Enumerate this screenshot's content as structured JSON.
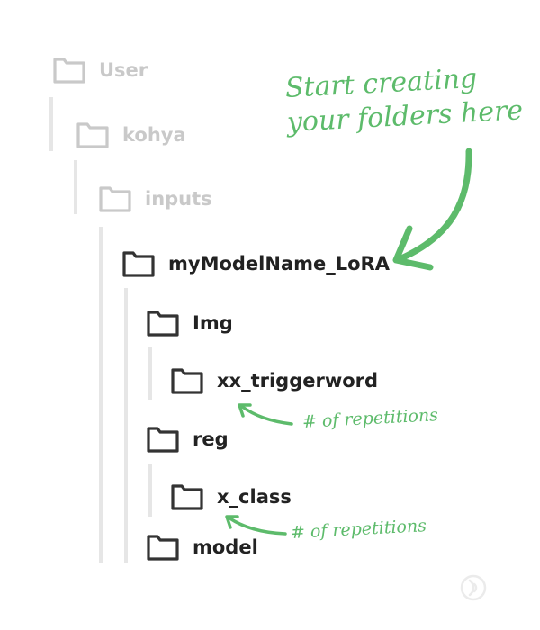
{
  "folders": {
    "user": "User",
    "kohya": "kohya",
    "inputs": "inputs",
    "model_root": "myModelName_LoRA",
    "img": "Img",
    "trigger": "xx_triggerword",
    "reg": "reg",
    "class": "x_class",
    "model": "model"
  },
  "annotations": {
    "start_line1": "Start creating",
    "start_line2": "your folders here",
    "repetitions_1": "# of repetitions",
    "repetitions_2": "# of repetitions"
  },
  "colors": {
    "muted": "#c9c9c9",
    "dark": "#222222",
    "accent": "#5dbb6b",
    "guide": "#e6e6e6"
  }
}
